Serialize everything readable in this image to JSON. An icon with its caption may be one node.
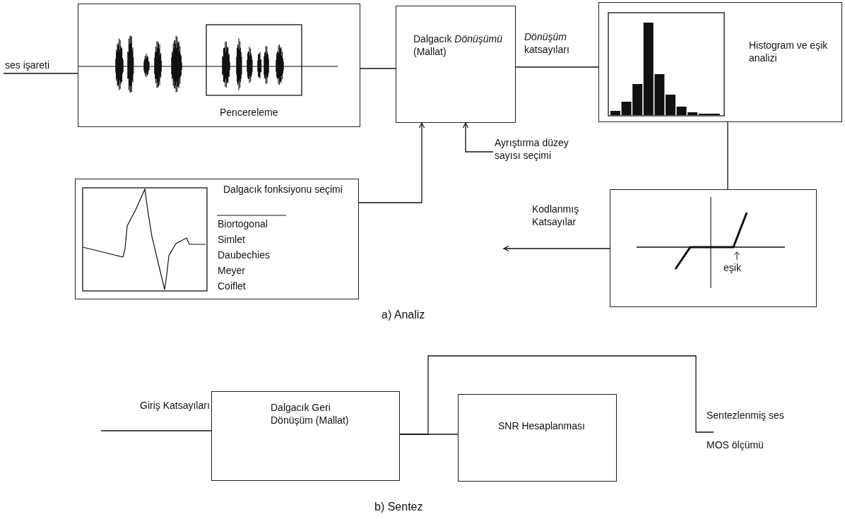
{
  "diagram": {
    "nodes": [
      {
        "text": [
          "Pencereleme"
        ]
      },
      {
        "text": [
          "Dalgacık *Dönüşümü* (Mallat)"
        ]
      },
      {
        "text": [
          "Histogram ve eşik analizi"
        ]
      },
      {
        "text": [
          "Ayrıştırma düzey sayısı seçimi"
        ]
      },
      {
        "text": [
          "Dalgacık fonksiyonu seçimi",
          "Biortogonal",
          "Simlet",
          "Daubechies",
          "Meyer",
          "Coiflet"
        ]
      },
      {
        "text": [
          "eşik"
        ]
      },
      {
        "text": [
          "Dalgacık Geri Dönüşüm (Mallat)"
        ]
      },
      {
        "text": [
          "SNR Hesaplanması"
        ]
      }
    ],
    "edges": [
      {
        "from": null,
        "to": 0,
        "arrow": "none",
        "label": "ses işareti"
      },
      {
        "from": 0,
        "to": 1,
        "arrow": "none"
      },
      {
        "from": 1,
        "to": 2,
        "arrow": "none",
        "label": "*Dönüşüm* katsayıları"
      },
      {
        "from": 4,
        "to": 1,
        "arrow": "to"
      },
      {
        "from": 3,
        "to": 1,
        "arrow": "to"
      },
      {
        "from": 2,
        "to": 5,
        "arrow": "none"
      },
      {
        "from": 5,
        "to": null,
        "arrow": "to",
        "label": "Kodlanmış Katsayılar"
      },
      {
        "from": null,
        "to": 6,
        "arrow": "none",
        "label": "Giriş Katsayıları"
      },
      {
        "from": 6,
        "to": 7,
        "arrow": "none"
      },
      {
        "from": 6,
        "to": null,
        "arrow": "none",
        "label": "Sentezlenmiş ses"
      }
    ],
    "labels": [
      "a) Analiz",
      "MOS ölçümü",
      "b) Sentez"
    ]
  }
}
